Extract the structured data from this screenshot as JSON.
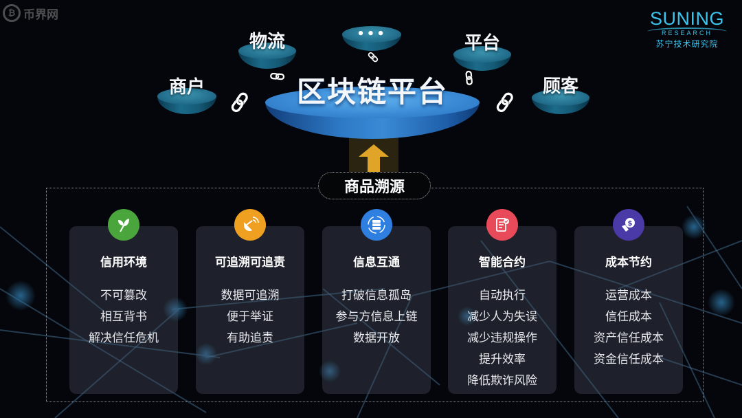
{
  "watermark": {
    "icon": "bitcoin-coin-icon",
    "glyph": "₿",
    "text": "币界网"
  },
  "logo": {
    "brand": "SUNING",
    "sub": "RESEARCH",
    "cn": "苏宁技术研究院",
    "color": "#3cc4ec"
  },
  "nodes": {
    "merchant": "商户",
    "logistics": "物流",
    "more": "•••",
    "platform": "平台",
    "customer": "顾客"
  },
  "center": {
    "label": "区块链平台",
    "color": "#3a8bd6"
  },
  "chain_icon": "🔗",
  "source": {
    "label": "商品溯源",
    "arrow_color": "#e0a528"
  },
  "cards": [
    {
      "title": "信用环境",
      "icon": "leaf-icon",
      "color": "#4aa53d",
      "items": [
        "不可篡改",
        "相互背书",
        "解决信任危机"
      ]
    },
    {
      "title": "可追溯可追责",
      "icon": "satellite-dish-icon",
      "color": "#f0a020",
      "items": [
        "数据可追溯",
        "便于举证",
        "有助追责"
      ]
    },
    {
      "title": "信息互通",
      "icon": "server-sync-icon",
      "color": "#2f7fe0",
      "items": [
        "打破信息孤岛",
        "参与方信息上链",
        "数据开放"
      ]
    },
    {
      "title": "智能合约",
      "icon": "contract-check-icon",
      "color": "#e84a5a",
      "items": [
        "自动执行",
        "减少人为失误",
        "减少违规操作",
        "提升效率",
        "降低欺诈风险"
      ]
    },
    {
      "title": "成本节约",
      "icon": "hand-money-icon",
      "color": "#4a3aa8",
      "items": [
        "运营成本",
        "信任成本",
        "资产信任成本",
        "资金信任成本"
      ]
    }
  ]
}
